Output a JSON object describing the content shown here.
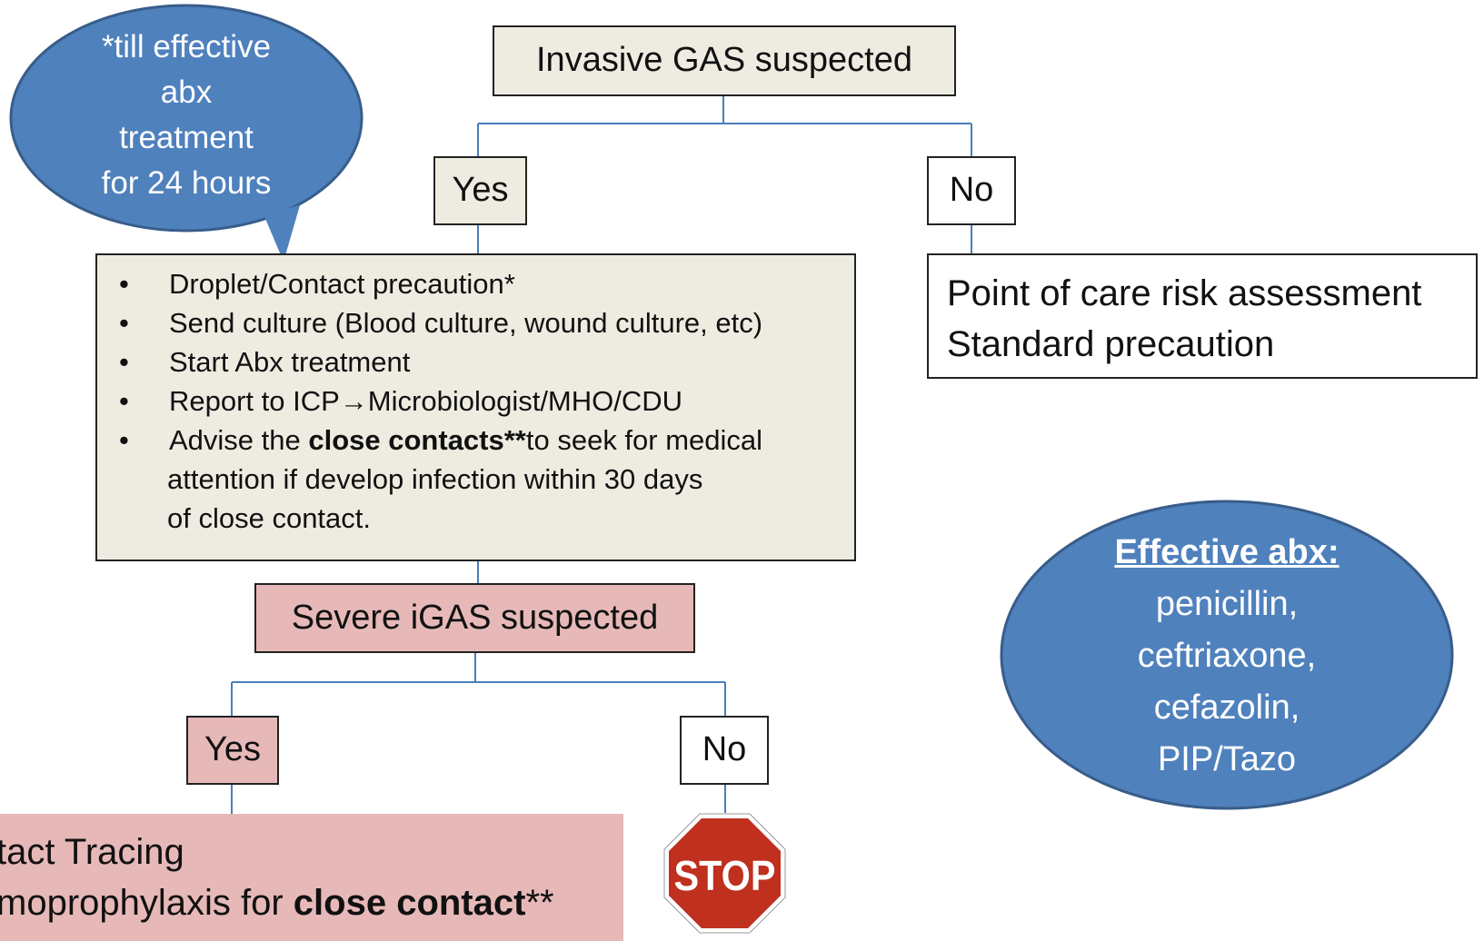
{
  "flowchart": {
    "root": {
      "label": "Invasive GAS suspected"
    },
    "yes1": {
      "label": "Yes"
    },
    "no1": {
      "label": "No"
    },
    "actions": {
      "items": [
        {
          "text": "Droplet/Contact precaution*"
        },
        {
          "text": "Send culture (Blood culture, wound culture, etc)"
        },
        {
          "text": "Start Abx treatment"
        },
        {
          "text": "Report to ICP→Microbiologist/MHO/CDU"
        },
        {
          "pre": "Advise the ",
          "bold": "close contacts**",
          "post": "to seek for medical"
        }
      ],
      "continuation": [
        "attention if develop infection within 30 days",
        "of close contact."
      ]
    },
    "no_path": {
      "line1": "Point of care risk assessment",
      "line2": "Standard precaution"
    },
    "severe": {
      "label": "Severe iGAS suspected"
    },
    "yes2": {
      "label": "Yes"
    },
    "no2": {
      "label": "No"
    },
    "tracing": {
      "line1": "tact Tracing",
      "line2_pre": "moprophylaxis for ",
      "line2_bold": "close contact",
      "line2_post": "**"
    },
    "stop": {
      "label": "STOP"
    }
  },
  "callouts": {
    "treatment_note": [
      "*till effective",
      "abx",
      "treatment",
      "for 24 hours"
    ],
    "effective_abx": {
      "title": "Effective abx:",
      "items": [
        "penicillin,",
        "ceftriaxone,",
        "cefazolin,",
        "PIP/Tazo"
      ]
    }
  },
  "colors": {
    "beige": "#eeece1",
    "pink": "#e6b9b8",
    "bubble": "#4f81bd",
    "bubble_border": "#385d8a",
    "connector": "#4a7ebb",
    "stop_red": "#c0301f"
  }
}
